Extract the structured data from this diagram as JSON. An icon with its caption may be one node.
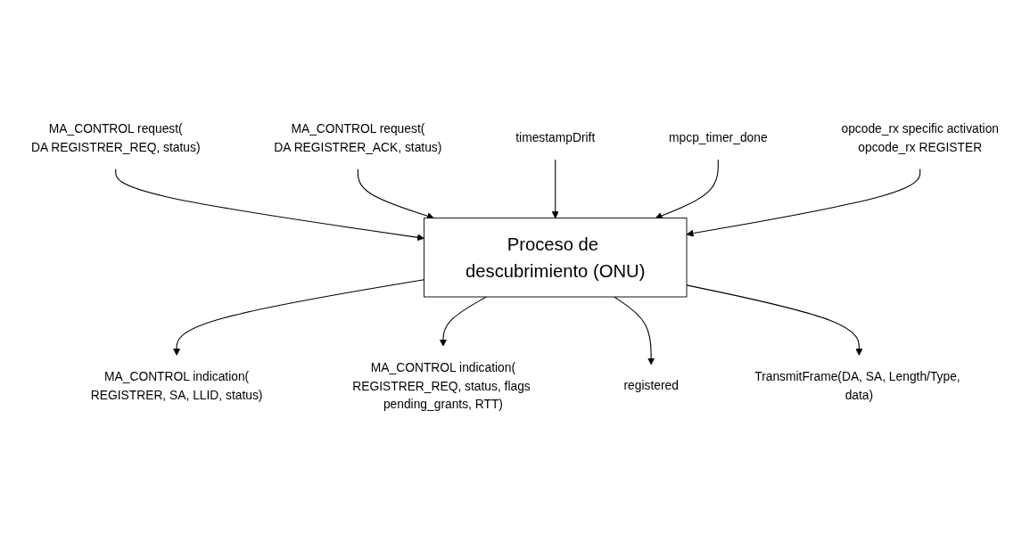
{
  "diagram": {
    "nodes": [
      {
        "text": [
          "MA_CONTROL request(",
          "DA REGISTRER_REQ, status)"
        ]
      },
      {
        "text": [
          "MA_CONTROL request(",
          "DA REGISTRER_ACK, status)"
        ]
      },
      {
        "text": [
          "MA_CONTROL indication(",
          "REGISTRER, SA, LLID, status)"
        ]
      },
      {
        "text": [
          "MA_CONTROL indication(",
          "REGISTRER_REQ, status, flags pending_grants, RTT)"
        ]
      },
      {
        "text": [
          "Proceso de descubrimiento (ONU)"
        ]
      },
      {
        "text": [
          "timestampDrift"
        ]
      },
      {
        "text": [
          "mpcp_timer_done"
        ]
      },
      {
        "text": [
          "registered"
        ]
      },
      {
        "text": [
          "TransmitFrame(DA, SA, Length/Type, data)"
        ]
      },
      {
        "text": [
          "opcode_rx specific activation",
          "opcode_rx REGISTER"
        ]
      }
    ],
    "edges": [
      {
        "from": 0,
        "to": 4,
        "arrow": "to"
      },
      {
        "from": 1,
        "to": 4,
        "arrow": "to"
      },
      {
        "from": 4,
        "to": 2,
        "arrow": "to"
      },
      {
        "from": 4,
        "to": 3,
        "arrow": "to"
      },
      {
        "from": 5,
        "to": 4,
        "arrow": "to"
      },
      {
        "from": 6,
        "to": 4,
        "arrow": "to"
      },
      {
        "from": 4,
        "to": 7,
        "arrow": "to"
      },
      {
        "from": 4,
        "to": 8,
        "arrow": "to"
      },
      {
        "from": 9,
        "to": 4,
        "arrow": "to"
      }
    ]
  }
}
